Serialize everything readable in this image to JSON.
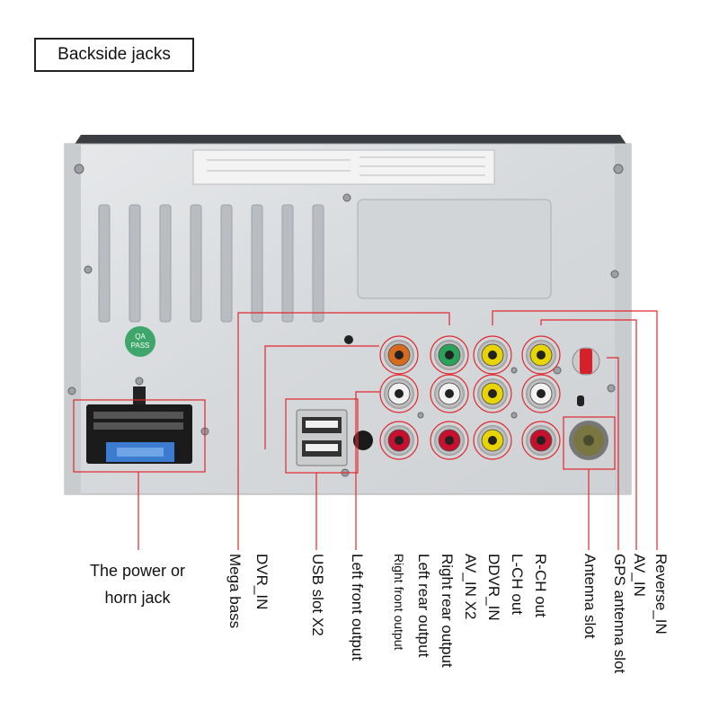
{
  "title": "Backside jacks",
  "qa_badge": {
    "line1": "QA",
    "line2": "PASS"
  },
  "power_label": {
    "line1": "The power or",
    "line2": "horn jack"
  },
  "labels": {
    "mega_bass": "Mega bass",
    "dvr_in": "DVR_IN",
    "usb": "USB slot X2",
    "left_front": "Left front output",
    "right_front": "Right front output",
    "left_rear": "Left rear output",
    "right_rear": "Right rear output",
    "av_in_x2": "AV_IN X2",
    "ddvr_in": "DDVR_IN",
    "lch_out": "L-CH out",
    "rch_out": "R-CH out",
    "antenna": "Antenna slot",
    "gps": "GPS antenna slot",
    "av_in": "AV_IN",
    "reverse_in": "Reverse_IN"
  },
  "colors": {
    "callout": "#e0282d",
    "chassis": "#d9dbdd",
    "yellow": "#e8d400",
    "red_jack": "#c8102e",
    "white_jack": "#f2f2f2",
    "green_jack": "#2aa35a",
    "orange_jack": "#d86a1c"
  }
}
